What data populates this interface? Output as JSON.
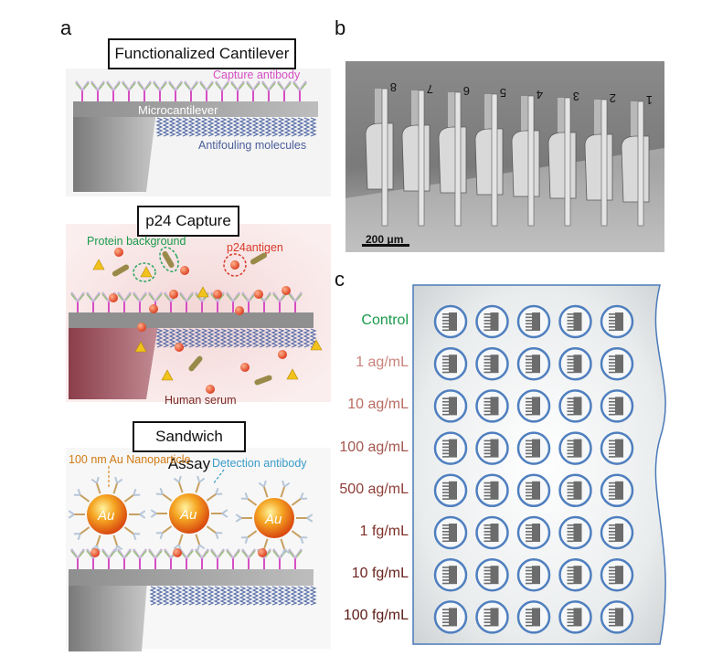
{
  "panels": {
    "a": "a",
    "b": "b",
    "c": "c"
  },
  "panel_a": {
    "box1": {
      "title": "Functionalized Cantilever",
      "capture_antibody": "Capture antibody",
      "microcantilever": "Microcantilever",
      "antifouling": "Antifouling molecules"
    },
    "box2": {
      "title": "p24 Capture",
      "protein_background": "Protein background",
      "p24antigen": "p24antigen",
      "human_serum": "Human serum"
    },
    "box3": {
      "title": "Sandwich Assay",
      "au_label": "100 nm Au Nanoparticle",
      "detection_antibody": "Detection antibody",
      "au": "Au"
    }
  },
  "panel_b": {
    "scale_bar": "200 μm",
    "cantilever_numbers": [
      "8",
      "7",
      "6",
      "5",
      "4",
      "3",
      "2",
      "1"
    ]
  },
  "panel_c": {
    "rows": [
      {
        "label": "Control",
        "color": "#1a9a4a"
      },
      {
        "label": "1 ag/mL",
        "color": "#c9837b"
      },
      {
        "label": "10 ag/mL",
        "color": "#b86b62"
      },
      {
        "label": "100 ag/mL",
        "color": "#a4564d"
      },
      {
        "label": "500 ag/mL",
        "color": "#8e3f37"
      },
      {
        "label": "1 fg/mL",
        "color": "#7d2f28"
      },
      {
        "label": "10 fg/mL",
        "color": "#6a231d"
      },
      {
        "label": "100 fg/mL",
        "color": "#5a1a15"
      }
    ],
    "columns": 5
  },
  "colors": {
    "capture": "#d64fc4",
    "antifouling": "#5a6fa8",
    "antigen": "#e2552a",
    "triangle": "#f1c21b",
    "rod": "#9a8a4a",
    "circle_border": "#4f7fbf"
  }
}
